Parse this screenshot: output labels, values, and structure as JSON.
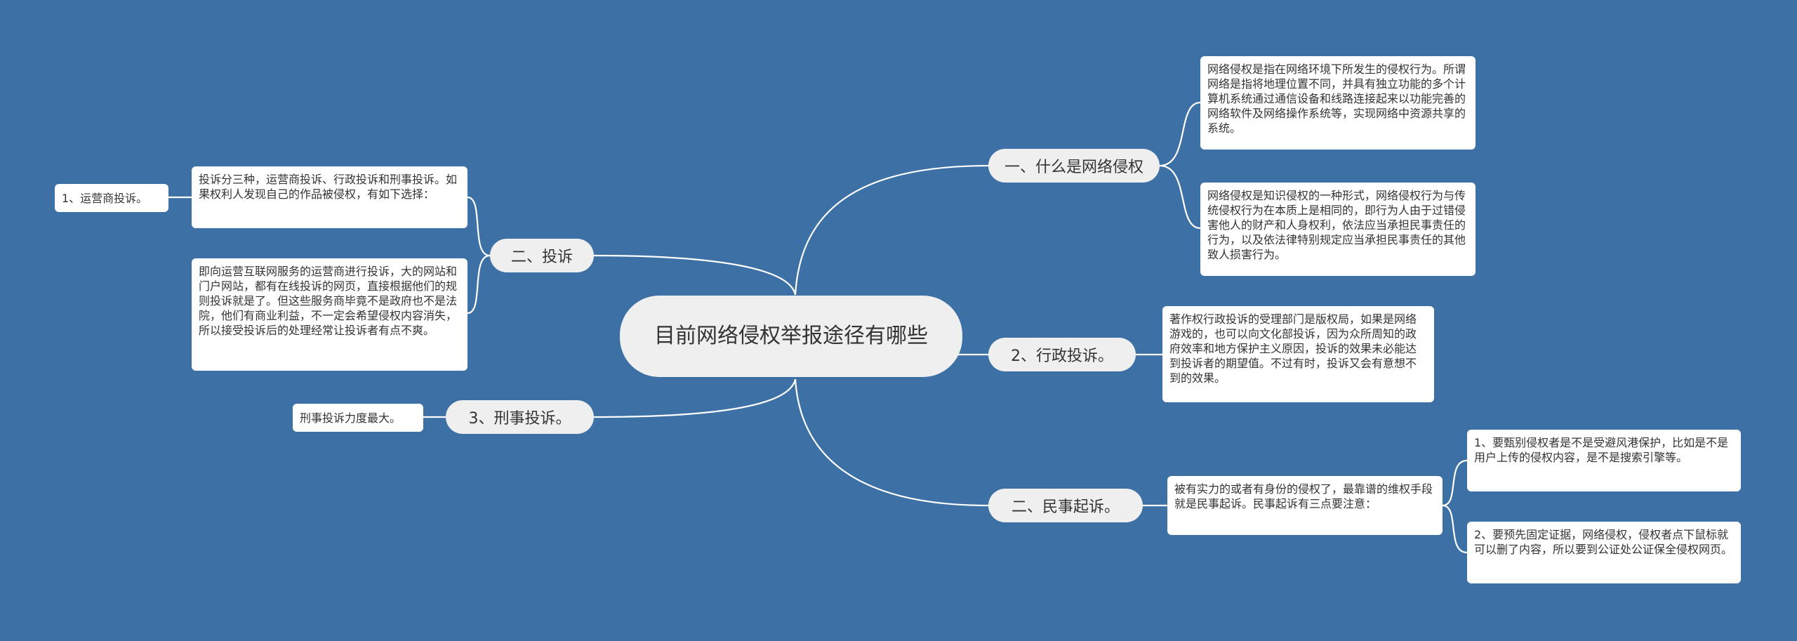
{
  "root": {
    "title": "目前网络侵权举报途径有哪些"
  },
  "branches": {
    "b1": {
      "label": "一、什么是网络侵权"
    },
    "b2": {
      "label": "2、行政投诉。"
    },
    "b3": {
      "label": "二、民事起诉。"
    },
    "b4": {
      "label": "二、投诉"
    },
    "b5": {
      "label": "3、刑事投诉。"
    }
  },
  "leaves": {
    "b1_a": "网络侵权是指在网络环境下所发生的侵权行为。所谓网络是指将地理位置不同，并具有独立功能的多个计算机系统通过通信设备和线路连接起来以功能完善的网络软件及网络操作系统等，实现网络中资源共享的系统。",
    "b1_b": "网络侵权是知识侵权的一种形式，网络侵权行为与传统侵权行为在本质上是相同的，即行为人由于过错侵害他人的财产和人身权利，依法应当承担民事责任的行为，以及依法律特别规定应当承担民事责任的其他致人损害行为。",
    "b2_a": "著作权行政投诉的受理部门是版权局，如果是网络游戏的，也可以向文化部投诉，因为众所周知的政府效率和地方保护主义原因，投诉的效果未必能达到投诉者的期望值。不过有时，投诉又会有意想不到的效果。",
    "b3_a": "被有实力的或者有身份的侵权了，最靠谱的维权手段就是民事起诉。民事起诉有三点要注意：",
    "b3_a_1": "1、要甄别侵权者是不是受避风港保护，比如是不是用户上传的侵权内容，是不是搜索引擎等。",
    "b3_a_2": "2、要预先固定证据，网络侵权，侵权者点下鼠标就可以删了内容，所以要到公证处公证保全侵权网页。",
    "b4_a": "投诉分三种，运营商投诉、行政投诉和刑事投诉。如果权利人发现自己的作品被侵权，有如下选择：",
    "b4_a_1": "1、运营商投诉。",
    "b4_b": "即向运营互联网服务的运营商进行投诉，大的网站和门户网站，都有在线投诉的网页，直接根据他们的规则投诉就是了。但这些服务商毕竟不是政府也不是法院，他们有商业利益，不一定会希望侵权内容消失，所以接受投诉后的处理经常让投诉者有点不爽。",
    "b5_a": "刑事投诉力度最大。"
  },
  "colors": {
    "background": "#3d70a5",
    "node_fill": "#efefef",
    "leaf_fill": "#ffffff",
    "connector": "#ffffff"
  }
}
